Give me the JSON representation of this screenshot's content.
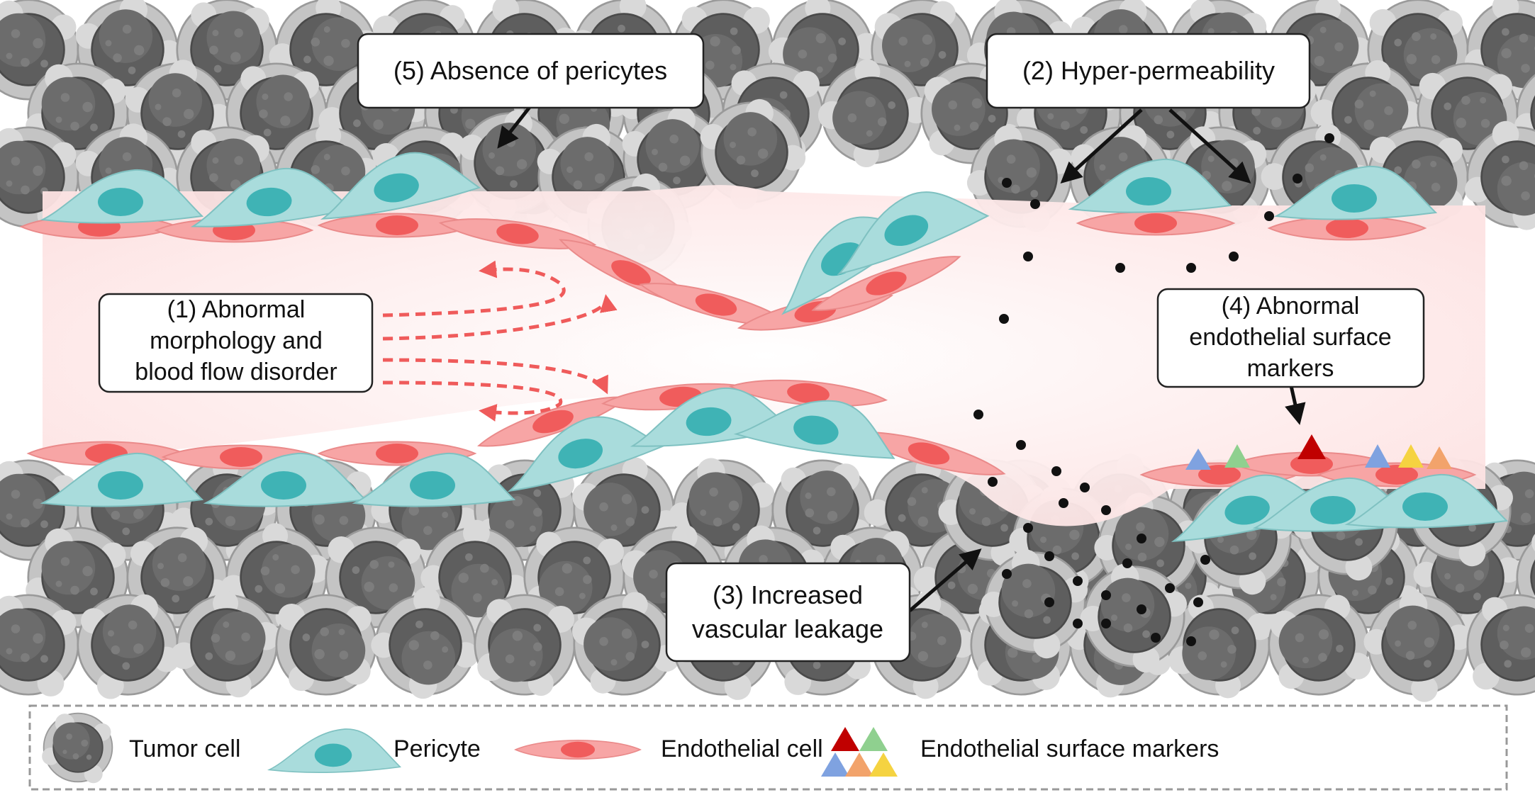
{
  "callouts": {
    "c1": [
      "(1) Abnormal",
      "morphology and",
      "blood flow disorder"
    ],
    "c2": [
      "(2) Hyper-permeability"
    ],
    "c3": [
      "(3) Increased",
      "vascular leakage"
    ],
    "c4": [
      "(4) Abnormal",
      "endothelial surface",
      "markers"
    ],
    "c5": [
      "(5) Absence of pericytes"
    ]
  },
  "legend": {
    "tumor": "Tumor cell",
    "pericyte": "Pericyte",
    "endothelial": "Endothelial cell",
    "markers": "Endothelial surface markers"
  },
  "colors": {
    "tumor_outer": "#bdbdbd",
    "tumor_inner": "#5f5f5f",
    "pericyte": "#a9dcdc",
    "pericyte_nucleus": "#3fb3b5",
    "endothelial": "#f7a5a5",
    "endothelial_nucleus": "#f05c5c",
    "vessel_lumen": "#fde9e9",
    "flow_arrow": "#ef5b5b",
    "marker_red": "#c00000",
    "marker_green": "#8fd08f",
    "marker_blue": "#7fa2e0",
    "marker_orange": "#f2a36b",
    "marker_yellow": "#f5d341"
  }
}
